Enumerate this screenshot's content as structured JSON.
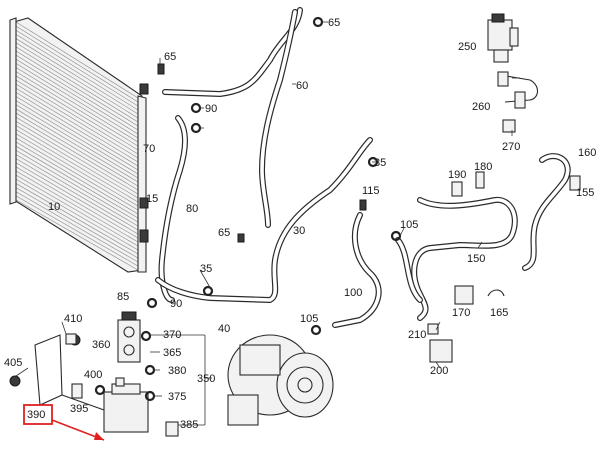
{
  "callouts": {
    "c10": "10",
    "c15": "15",
    "c30": "30",
    "c35a": "35",
    "c35b": "35",
    "c40": "40",
    "c60": "60",
    "c65a": "65",
    "c65b": "65",
    "c65c": "65",
    "c70": "70",
    "c80": "80",
    "c85": "85",
    "c90a": "90",
    "c90b": "90",
    "c100": "100",
    "c105a": "105",
    "c105b": "105",
    "c115": "115",
    "c150": "150",
    "c155": "155",
    "c160": "160",
    "c165": "165",
    "c170": "170",
    "c180": "180",
    "c190": "190",
    "c200": "200",
    "c210": "210",
    "c250": "250",
    "c260": "260",
    "c270": "270",
    "c350": "350",
    "c360": "360",
    "c365": "365",
    "c370": "370",
    "c375": "375",
    "c380": "380",
    "c385": "385",
    "c390": "390",
    "c395": "395",
    "c400": "400",
    "c405": "405",
    "c410": "410"
  },
  "highlight": {
    "part": "390",
    "color": "#e02020"
  }
}
